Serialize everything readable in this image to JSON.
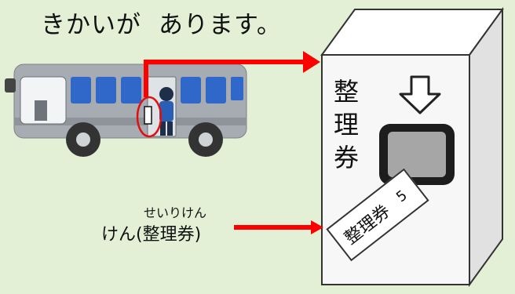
{
  "heading": {
    "part1": "きかいが",
    "part2": "あります。"
  },
  "machine": {
    "label_chars": [
      "整",
      "理",
      "券"
    ]
  },
  "ticket": {
    "text": "整理券",
    "number": "5"
  },
  "ticket_label": {
    "ruby": "せいりけん",
    "text": "けん(整理券)"
  },
  "colors": {
    "background": "#e3f0d5",
    "arrow": "#ff0000",
    "bus_body": "#a7acb3",
    "bus_window": "#2f68c9",
    "machine_front": "#f7f7f7",
    "machine_side": "#e1e1e1"
  }
}
